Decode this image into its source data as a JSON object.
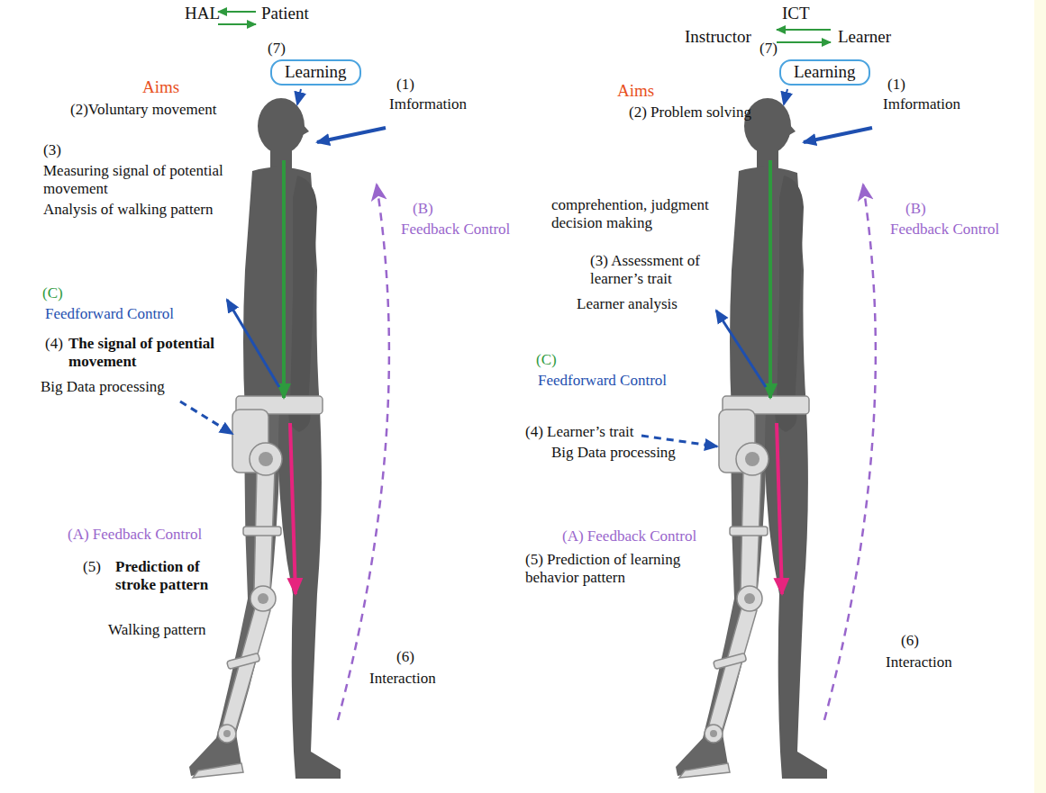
{
  "diagram": {
    "nodes": [
      {
        "text": [
          "Learning"
        ]
      },
      {
        "text": [
          "Learning"
        ]
      }
    ],
    "labels": [
      "HAL",
      "Patient",
      "(7)",
      "Aims",
      "(2)Voluntary movement",
      "(1)",
      "Imformation",
      "(3)",
      "Measuring signal of potential movement",
      "Analysis of walking pattern",
      "(B)",
      "Feedback Control",
      "(C)",
      "Feedforward Control",
      "(4)",
      "The signal of potential movement",
      "Big Data processing",
      "(A) Feedback Control",
      "(5)",
      "Prediction of stroke pattern",
      "Walking pattern",
      "(6)",
      "Interaction",
      "ICT",
      "Instructor",
      "Learner",
      "(7)",
      "Aims",
      "(2) Problem solving",
      "(1)",
      "Imformation",
      "comprehention, judgment decision making",
      "(B)",
      "Feedback Control",
      "(3) Assessment of learner’s trait",
      "Learner analysis",
      "(C)",
      "Feedforward Control",
      "(4) Learner’s trait",
      "Big Data processing",
      "(A) Feedback Control",
      "(5) Prediction of learning behavior pattern",
      "(6)",
      "Interaction"
    ]
  }
}
